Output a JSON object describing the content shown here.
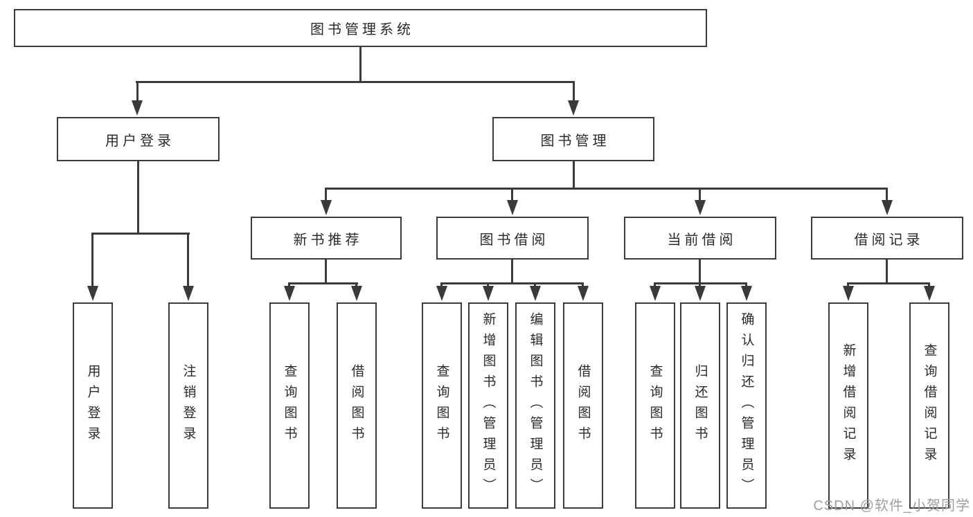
{
  "tree": {
    "label": "图书管理系统",
    "children": [
      {
        "label": "用户登录",
        "children": [
          {
            "label": "用户登录"
          },
          {
            "label": "注销登录"
          }
        ]
      },
      {
        "label": "图书管理",
        "children": [
          {
            "label": "新书推荐",
            "children": [
              {
                "label": "查询图书"
              },
              {
                "label": "借阅图书"
              }
            ]
          },
          {
            "label": "图书借阅",
            "children": [
              {
                "label": "查询图书"
              },
              {
                "label": "新增图书（管理员）"
              },
              {
                "label": "编辑图书（管理员）"
              },
              {
                "label": "借阅图书"
              }
            ]
          },
          {
            "label": "当前借阅",
            "children": [
              {
                "label": "查询图书"
              },
              {
                "label": "归还图书"
              },
              {
                "label": "确认归还（管理员）"
              }
            ]
          },
          {
            "label": "借阅记录",
            "children": [
              {
                "label": "新增借阅记录"
              },
              {
                "label": "查询借阅记录"
              }
            ]
          }
        ]
      }
    ]
  },
  "watermark": "CSDN @软件_小贺同学",
  "colors": {
    "background": "#ffffff",
    "line": "#3a3a3a",
    "text": "#2a2a2a",
    "watermark": "#9e9e9e"
  }
}
